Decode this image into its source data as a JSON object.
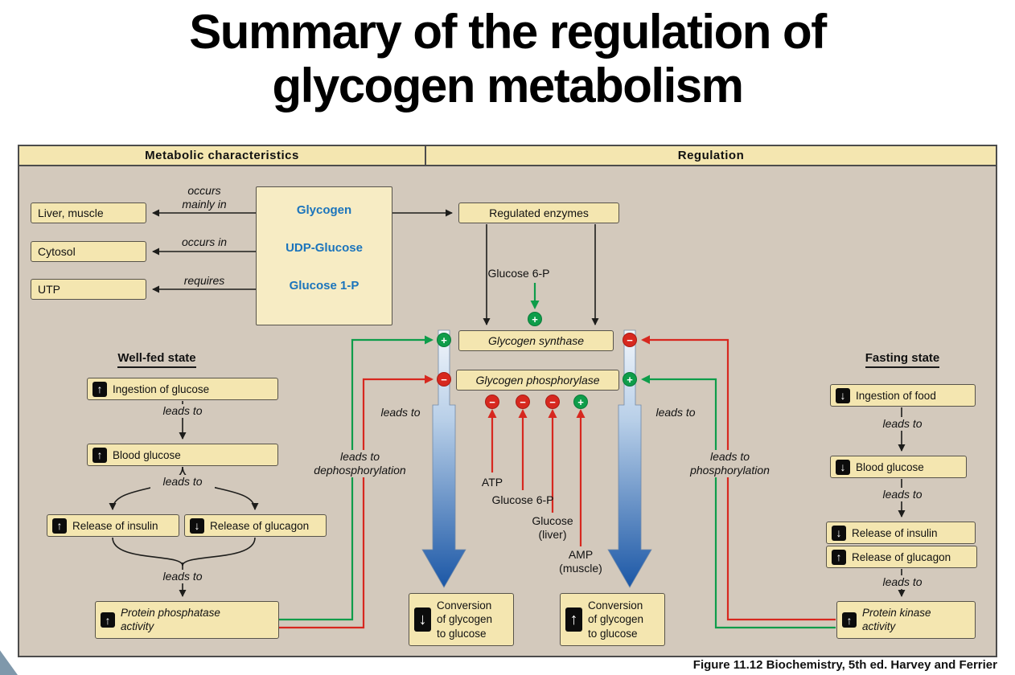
{
  "title": {
    "line1": "Summary of the regulation of",
    "line2": "glycogen metabolism"
  },
  "header": {
    "left": "Metabolic characteristics",
    "right": "Regulation"
  },
  "metabolic": {
    "box_liver": "Liver, muscle",
    "box_cytosol": "Cytosol",
    "box_utp": "UTP",
    "rel1_line1": "occurs",
    "rel1_line2": "mainly in",
    "rel2": "occurs in",
    "rel3": "requires",
    "cycle_glycogen": "Glycogen",
    "cycle_udp": "UDP-Glucose",
    "cycle_g1p": "Glucose 1-P"
  },
  "regulation": {
    "regulated_enzymes": "Regulated enzymes",
    "g6p_activator": "Glucose 6-P",
    "synthase": "Glycogen synthase",
    "phosphorylase": "Glycogen phosphorylase",
    "leads_left": "leads to",
    "leads_right": "leads to",
    "dephos_line1": "leads to",
    "dephos_line2": "dephosphorylation",
    "phos_line1": "leads to",
    "phos_line2": "phosphorylation",
    "atp": "ATP",
    "g6p": "Glucose 6-P",
    "glucose_line1": "Glucose",
    "glucose_line2": "(liver)",
    "amp_line1": "AMP",
    "amp_line2": "(muscle)",
    "conv_left_l1": "Conversion",
    "conv_left_l2": "of glycogen",
    "conv_left_l3": "to glucose",
    "conv_right_l1": "Conversion",
    "conv_right_l2": "of glycogen",
    "conv_right_l3": "to glucose"
  },
  "wellfed": {
    "title": "Well-fed state",
    "ingestion": "Ingestion of glucose",
    "leads1": "leads to",
    "blood": "Blood glucose",
    "leads2": "leads to",
    "insulin": "Release of insulin",
    "glucagon": "Release of glucagon",
    "leads3": "leads to",
    "enzyme_line1": "Protein phosphatase",
    "enzyme_line2": "activity"
  },
  "fasting": {
    "title": "Fasting state",
    "ingestion": "Ingestion of food",
    "leads1": "leads to",
    "blood": "Blood glucose",
    "leads2": "leads to",
    "insulin": "Release of insulin",
    "glucagon": "Release of glucagon",
    "leads3": "leads to",
    "enzyme_line1": "Protein kinase",
    "enzyme_line2": "activity"
  },
  "glyphs": {
    "up": "↑",
    "down": "↓",
    "plus": "+",
    "minus": "−"
  },
  "caption": "Figure 11.12  Biochemistry, 5th ed.  Harvey and Ferrier",
  "colors": {
    "green": "#0e9d4a",
    "red": "#d7281f",
    "blue_text": "#1b74bc",
    "cream": "#f4e6b0",
    "panel_bg": "#d3c9bc",
    "arrow_blue_dark": "#1b57a6"
  }
}
